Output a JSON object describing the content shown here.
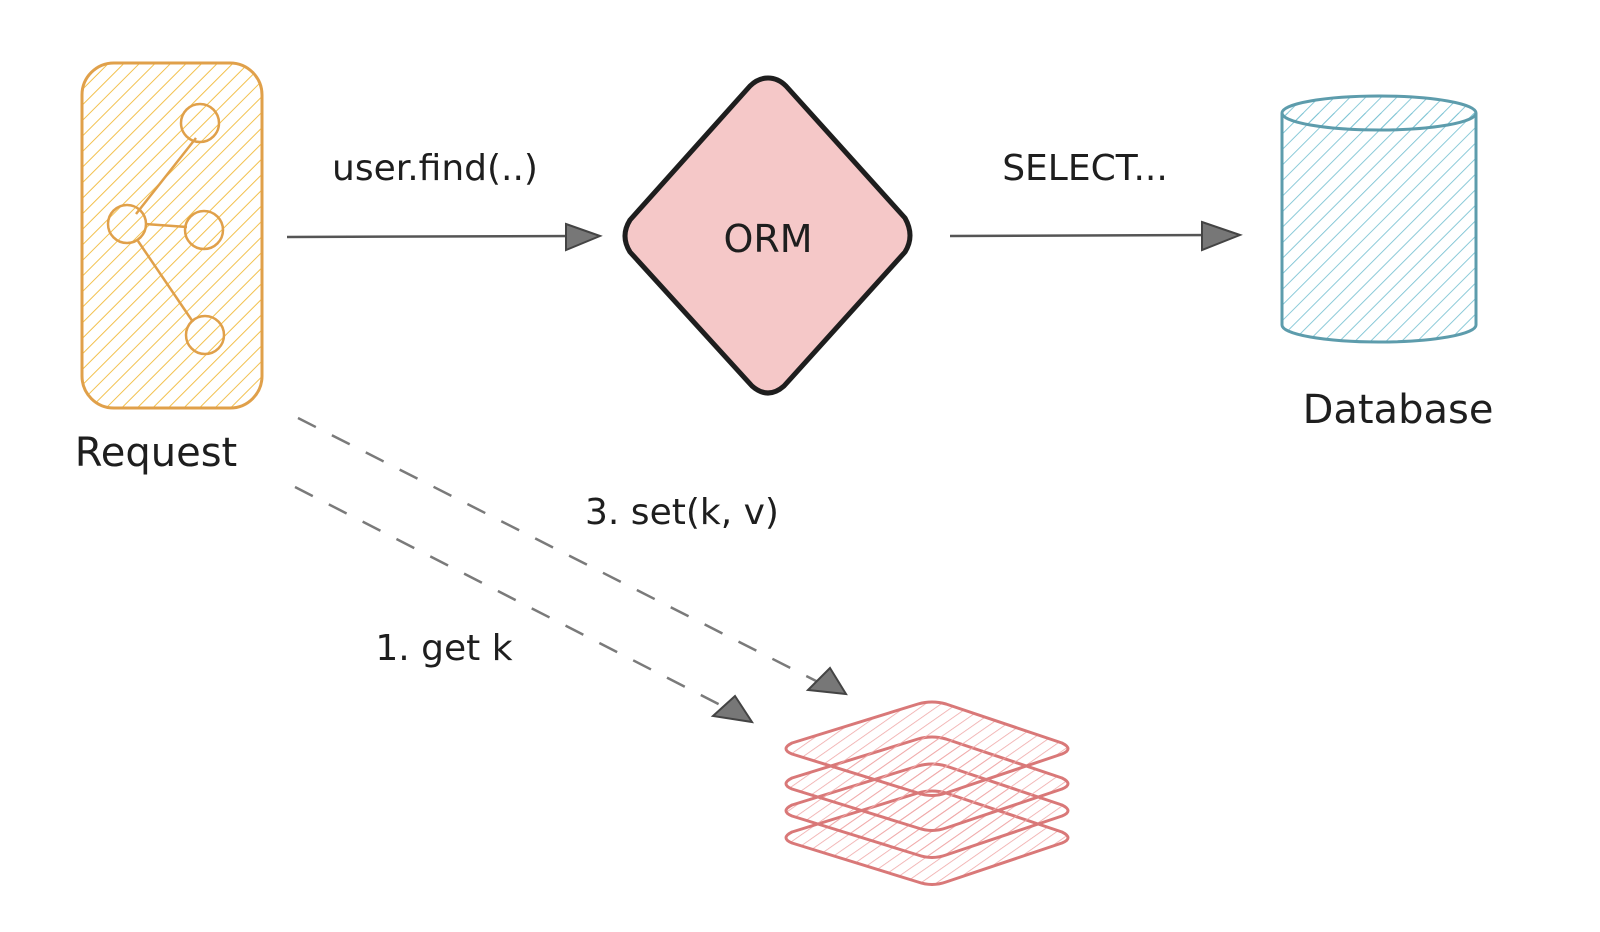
{
  "diagram": {
    "title": "ORM caching flow",
    "colors": {
      "request_stroke": "#e0a04a",
      "request_hatch": "#f2c14e",
      "orm_fill": "#f5c8c8",
      "orm_stroke": "#1e1e1e",
      "database_stroke": "#5d9cac",
      "database_hatch": "#7ec4d4",
      "cache_stroke": "#d97878",
      "cache_hatch": "#f0a8a8",
      "arrow_color": "#555555",
      "dashed_arrow_color": "#7a7a7a",
      "text_color": "#1e1e1e"
    },
    "nodes": {
      "request": {
        "label": "Request",
        "icon": "graph-nodes-icon"
      },
      "orm": {
        "label": "ORM"
      },
      "database": {
        "label": "Database",
        "icon": "cylinder-icon"
      },
      "cache": {
        "label": "",
        "icon": "stacked-layers-icon"
      }
    },
    "edges": {
      "request_to_orm": {
        "label": "user.find(..)",
        "style": "solid"
      },
      "orm_to_database": {
        "label": "SELECT...",
        "style": "solid"
      },
      "set_to_cache": {
        "label": "3. set(k, v)",
        "style": "dashed"
      },
      "get_from_cache": {
        "label": "1. get k",
        "style": "dashed"
      }
    }
  }
}
